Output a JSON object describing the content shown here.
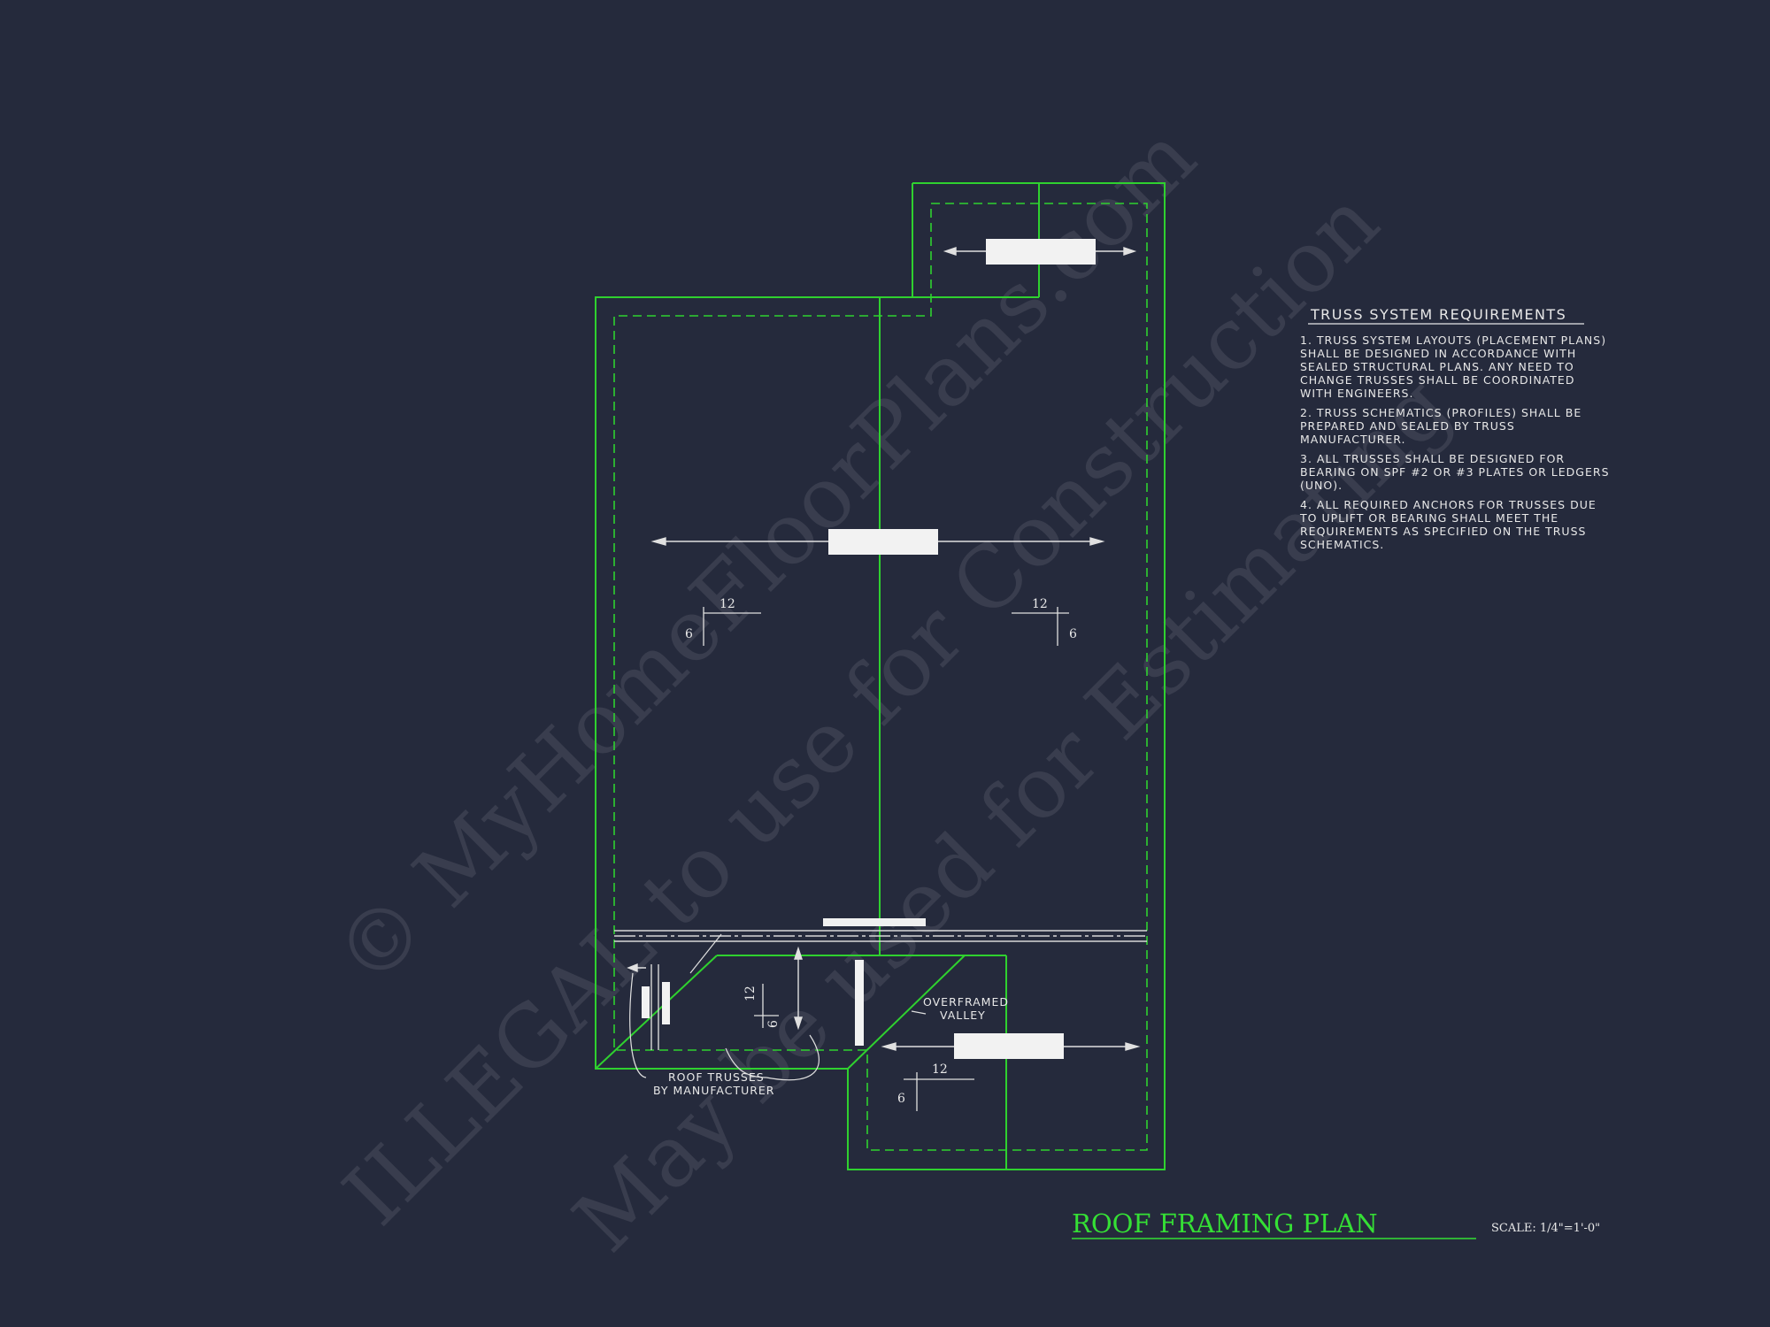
{
  "title": {
    "text": "ROOF FRAMING PLAN",
    "scale": "SCALE: 1/4\"=1'-0\""
  },
  "notes": {
    "heading": "TRUSS SYSTEM REQUIREMENTS",
    "lines": [
      "1. TRUSS SYSTEM LAYOUTS (PLACEMENT PLANS)",
      "SHALL BE DESIGNED IN ACCORDANCE WITH",
      "SEALED STRUCTURAL PLANS. ANY NEED TO",
      "CHANGE TRUSSES SHALL BE COORDINATED",
      "WITH  ENGINEERS.",
      "2. TRUSS SCHEMATICS (PROFILES) SHALL BE",
      "PREPARED AND SEALED BY TRUSS",
      "MANUFACTURER.",
      "3. ALL TRUSSES SHALL BE DESIGNED FOR",
      "BEARING ON SPF #2 OR #3 PLATES OR LEDGERS",
      "(UNO).",
      "4. ALL REQUIRED ANCHORS FOR TRUSSES DUE",
      "TO UPLIFT OR BEARING SHALL MEET THE",
      "REQUIREMENTS AS SPECIFIED ON THE TRUSS",
      "SCHEMATICS."
    ]
  },
  "labels": {
    "roof_trusses_line1": "ROOF TRUSSES",
    "roof_trusses_line2": "BY MANUFACTURER",
    "overframed_line1": "OVERFRAMED",
    "overframed_line2": "VALLEY"
  },
  "pitch": {
    "rise": "6",
    "run": "12"
  },
  "watermark": {
    "line1": "© MyHomeFloorPlans.com",
    "line2": "ILLEGAL to use for Construction",
    "line3": "May be used for Estimating"
  },
  "colors": {
    "background": "#252a3c",
    "plan_line": "#2fd12f",
    "text": "#e8e8e8",
    "title": "#35e035"
  }
}
